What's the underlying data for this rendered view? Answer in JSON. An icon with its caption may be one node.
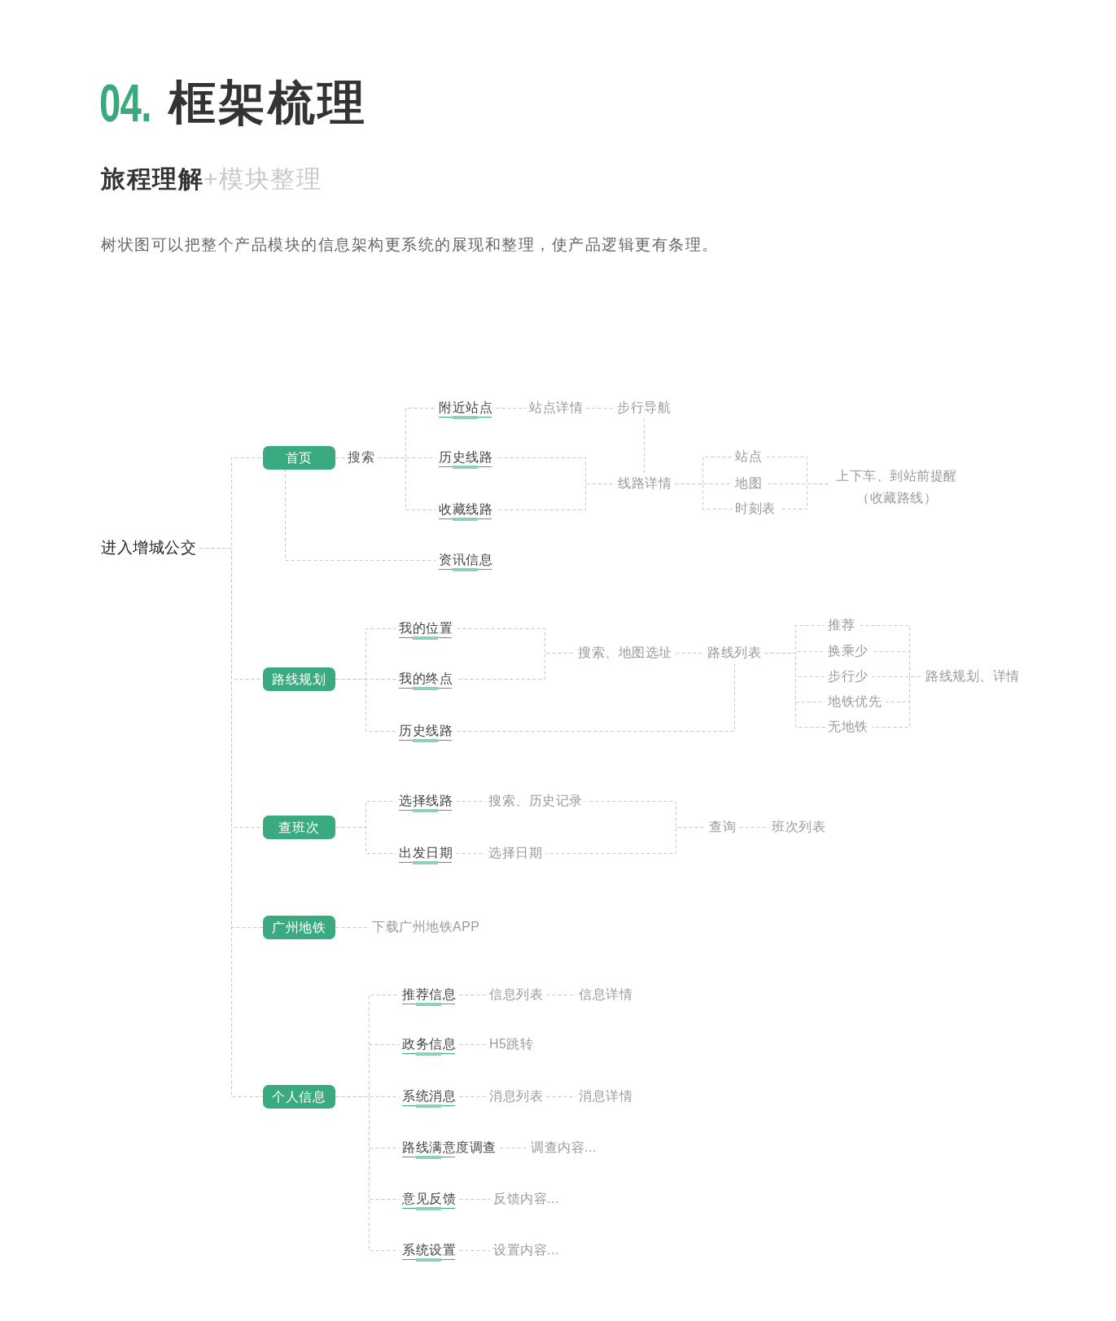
{
  "diagram": {
    "title": "框架梳理",
    "nodes": [
      {
        "text": [
          "进入增城公交"
        ]
      },
      {
        "text": [
          "首页"
        ]
      },
      {
        "text": [
          "搜索"
        ]
      },
      {
        "text": [
          "附近站点"
        ]
      },
      {
        "text": [
          "站点详情"
        ]
      },
      {
        "text": [
          "步行导航"
        ]
      },
      {
        "text": [
          "历史线路"
        ]
      },
      {
        "text": [
          "收藏线路"
        ]
      },
      {
        "text": [
          "线路详情"
        ]
      },
      {
        "text": [
          "站点"
        ]
      },
      {
        "text": [
          "地图"
        ]
      },
      {
        "text": [
          "时刻表"
        ]
      },
      {
        "text": [
          "上下车、到站前提醒（收藏路线）"
        ]
      },
      {
        "text": [
          "资讯信息"
        ]
      },
      {
        "text": [
          "路线规划"
        ]
      },
      {
        "text": [
          "我的位置"
        ]
      },
      {
        "text": [
          "我的终点"
        ]
      },
      {
        "text": [
          "历史线路"
        ]
      },
      {
        "text": [
          "搜索、地图选址"
        ]
      },
      {
        "text": [
          "路线列表"
        ]
      },
      {
        "text": [
          "推荐"
        ]
      },
      {
        "text": [
          "换乘少"
        ]
      },
      {
        "text": [
          "步行少"
        ]
      },
      {
        "text": [
          "地铁优先"
        ]
      },
      {
        "text": [
          "无地铁"
        ]
      },
      {
        "text": [
          "路线规划、详情"
        ]
      },
      {
        "text": [
          "查班次"
        ]
      },
      {
        "text": [
          "选择线路"
        ]
      },
      {
        "text": [
          "搜索、历史记录"
        ]
      },
      {
        "text": [
          "出发日期"
        ]
      },
      {
        "text": [
          "选择日期"
        ]
      },
      {
        "text": [
          "查询"
        ]
      },
      {
        "text": [
          "班次列表"
        ]
      },
      {
        "text": [
          "广州地铁"
        ]
      },
      {
        "text": [
          "下载广州地铁APP"
        ]
      },
      {
        "text": [
          "个人信息"
        ]
      },
      {
        "text": [
          "推荐信息"
        ]
      },
      {
        "text": [
          "信息列表"
        ]
      },
      {
        "text": [
          "信息详情"
        ]
      },
      {
        "text": [
          "政务信息"
        ]
      },
      {
        "text": [
          "H5跳转"
        ]
      },
      {
        "text": [
          "系统消息"
        ]
      },
      {
        "text": [
          "消息列表"
        ]
      },
      {
        "text": [
          "消息详情"
        ]
      },
      {
        "text": [
          "路线满意度调查"
        ]
      },
      {
        "text": [
          "调查内容..."
        ]
      },
      {
        "text": [
          "意见反馈"
        ]
      },
      {
        "text": [
          "反馈内容..."
        ]
      },
      {
        "text": [
          "系统设置"
        ]
      },
      {
        "text": [
          "设置内容..."
        ]
      }
    ],
    "edges": [
      {
        "from": 0,
        "to": 1,
        "arrow": "none"
      },
      {
        "from": 0,
        "to": 14,
        "arrow": "none"
      },
      {
        "from": 0,
        "to": 26,
        "arrow": "none"
      },
      {
        "from": 0,
        "to": 33,
        "arrow": "none"
      },
      {
        "from": 0,
        "to": 35,
        "arrow": "none"
      },
      {
        "from": 1,
        "to": 2,
        "arrow": "none"
      },
      {
        "from": 1,
        "to": 13,
        "arrow": "none"
      },
      {
        "from": 2,
        "to": 3,
        "arrow": "none"
      },
      {
        "from": 2,
        "to": 6,
        "arrow": "none"
      },
      {
        "from": 2,
        "to": 7,
        "arrow": "none"
      },
      {
        "from": 3,
        "to": 4,
        "arrow": "none"
      },
      {
        "from": 4,
        "to": 5,
        "arrow": "none"
      },
      {
        "from": 5,
        "to": 8,
        "arrow": "none"
      },
      {
        "from": 6,
        "to": 8,
        "arrow": "none"
      },
      {
        "from": 7,
        "to": 8,
        "arrow": "none"
      },
      {
        "from": 8,
        "to": 9,
        "arrow": "none"
      },
      {
        "from": 8,
        "to": 10,
        "arrow": "none"
      },
      {
        "from": 8,
        "to": 11,
        "arrow": "none"
      },
      {
        "from": 9,
        "to": 12,
        "arrow": "none"
      },
      {
        "from": 10,
        "to": 12,
        "arrow": "none"
      },
      {
        "from": 11,
        "to": 12,
        "arrow": "none"
      },
      {
        "from": 14,
        "to": 15,
        "arrow": "none"
      },
      {
        "from": 14,
        "to": 16,
        "arrow": "none"
      },
      {
        "from": 14,
        "to": 17,
        "arrow": "none"
      },
      {
        "from": 15,
        "to": 18,
        "arrow": "none"
      },
      {
        "from": 16,
        "to": 18,
        "arrow": "none"
      },
      {
        "from": 18,
        "to": 19,
        "arrow": "none"
      },
      {
        "from": 17,
        "to": 19,
        "arrow": "none"
      },
      {
        "from": 19,
        "to": 20,
        "arrow": "none"
      },
      {
        "from": 19,
        "to": 21,
        "arrow": "none"
      },
      {
        "from": 19,
        "to": 22,
        "arrow": "none"
      },
      {
        "from": 19,
        "to": 23,
        "arrow": "none"
      },
      {
        "from": 19,
        "to": 24,
        "arrow": "none"
      },
      {
        "from": 20,
        "to": 25,
        "arrow": "none"
      },
      {
        "from": 21,
        "to": 25,
        "arrow": "none"
      },
      {
        "from": 22,
        "to": 25,
        "arrow": "none"
      },
      {
        "from": 23,
        "to": 25,
        "arrow": "none"
      },
      {
        "from": 24,
        "to": 25,
        "arrow": "none"
      },
      {
        "from": 26,
        "to": 27,
        "arrow": "none"
      },
      {
        "from": 26,
        "to": 29,
        "arrow": "none"
      },
      {
        "from": 27,
        "to": 28,
        "arrow": "none"
      },
      {
        "from": 29,
        "to": 30,
        "arrow": "none"
      },
      {
        "from": 28,
        "to": 31,
        "arrow": "none"
      },
      {
        "from": 30,
        "to": 31,
        "arrow": "none"
      },
      {
        "from": 31,
        "to": 32,
        "arrow": "none"
      },
      {
        "from": 33,
        "to": 34,
        "arrow": "none"
      },
      {
        "from": 35,
        "to": 36,
        "arrow": "none"
      },
      {
        "from": 35,
        "to": 39,
        "arrow": "none"
      },
      {
        "from": 35,
        "to": 41,
        "arrow": "none"
      },
      {
        "from": 35,
        "to": 44,
        "arrow": "none"
      },
      {
        "from": 35,
        "to": 46,
        "arrow": "none"
      },
      {
        "from": 35,
        "to": 48,
        "arrow": "none"
      },
      {
        "from": 36,
        "to": 37,
        "arrow": "none"
      },
      {
        "from": 37,
        "to": 38,
        "arrow": "none"
      },
      {
        "from": 39,
        "to": 40,
        "arrow": "none"
      },
      {
        "from": 41,
        "to": 42,
        "arrow": "none"
      },
      {
        "from": 42,
        "to": 43,
        "arrow": "none"
      },
      {
        "from": 44,
        "to": 45,
        "arrow": "none"
      },
      {
        "from": 46,
        "to": 47,
        "arrow": "none"
      },
      {
        "from": 48,
        "to": 49,
        "arrow": "none"
      }
    ],
    "labels": [
      "04.",
      "**旅程理解**+模块整理",
      "树状图可以把整个产品模块的信息架构更系统的展现和整理，使产品逻辑更有条理。"
    ]
  }
}
